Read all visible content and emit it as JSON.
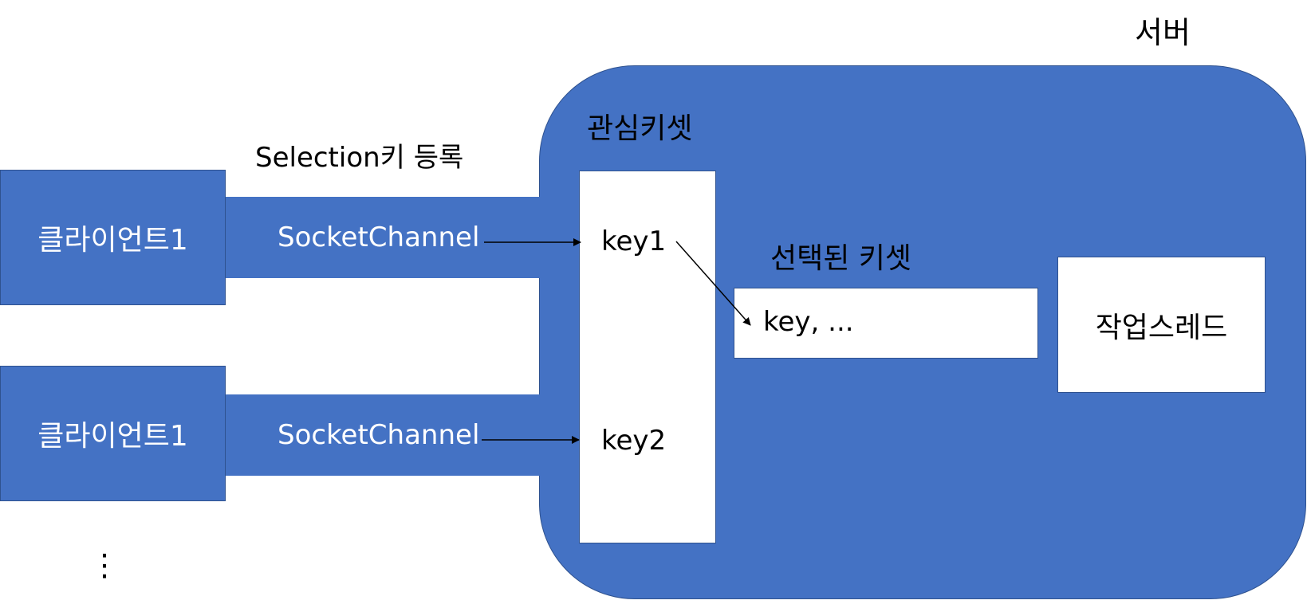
{
  "server": {
    "label": "서버"
  },
  "interest_keyset": {
    "label": "관심키셋",
    "keys": [
      "key1",
      "key2"
    ]
  },
  "selected_keyset": {
    "label": "선택된 키셋",
    "content": "key, ..."
  },
  "worker_thread": {
    "label": "작업스레드"
  },
  "registration_label": "Selection키 등록",
  "clients": [
    {
      "label": "클라이언트1",
      "channel": "SocketChannel"
    },
    {
      "label": "클라이언트1",
      "channel": "SocketChannel"
    }
  ],
  "more_indicator": "⋮",
  "colors": {
    "fill": "#4472c4",
    "border": "#2f528f",
    "text_on_fill": "#ffffff"
  }
}
